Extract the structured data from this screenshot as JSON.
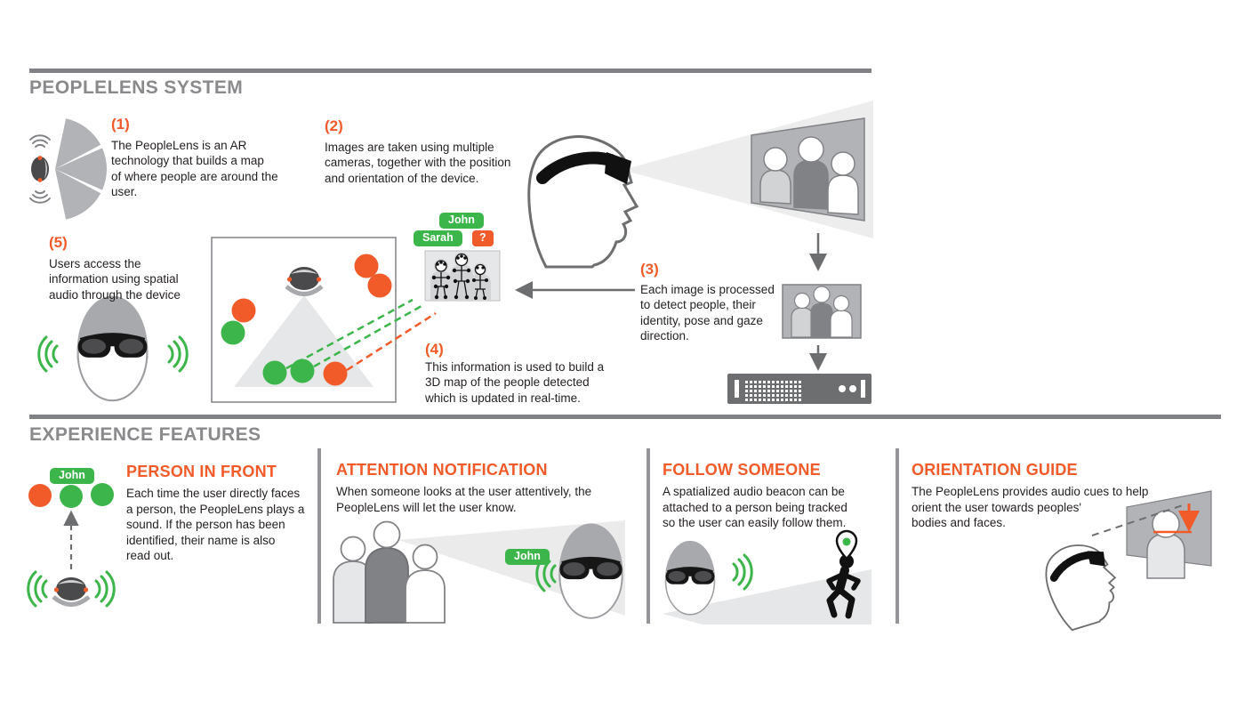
{
  "colors": {
    "orange": "#F15A29",
    "green": "#3CB54A",
    "heading_gray": "#8A8A8D",
    "rule_gray": "#808285",
    "dark_text": "#231F20"
  },
  "system": {
    "title": "PEOPLELENS SYSTEM",
    "steps": [
      {
        "num": "(1)",
        "text": "The PeopleLens is an AR\ntechnology that builds a map\nof where people are around the\nuser."
      },
      {
        "num": "(2)",
        "text": "Images are taken  using multiple\ncameras, together with the position\nand orientation of the device."
      },
      {
        "num": "(3)",
        "text": "Each image is processed\nto detect people, their\nidentity, pose and gaze\ndirection."
      },
      {
        "num": "(4)",
        "text": "This information is used to build a\n3D map of the people detected\nwhich is updated in real-time."
      },
      {
        "num": "(5)",
        "text": "Users access the\ninformation using spatial\naudio through the device"
      }
    ],
    "pills": {
      "john": "John",
      "sarah": "Sarah",
      "unknown": "?"
    }
  },
  "features": {
    "title": "EXPERIENCE FEATURES",
    "items": [
      {
        "title": "PERSON IN FRONT",
        "text": "Each time the user directly faces\na person, the PeopleLens plays a\nsound. If the person has been\nidentified, their name is also\nread out.",
        "pill": "John"
      },
      {
        "title": "ATTENTION NOTIFICATION",
        "text": "When someone looks at the user attentively,  the\nPeopleLens will let the user know.",
        "pill": "John"
      },
      {
        "title": "FOLLOW SOMEONE",
        "text": "A spatialized audio beacon can be\nattached to a person being tracked\nso the user can easily follow them."
      },
      {
        "title": "ORIENTATION GUIDE",
        "text": "The PeopleLens provides audio cues to help\norient the user towards peoples'\nbodies and faces."
      }
    ]
  }
}
